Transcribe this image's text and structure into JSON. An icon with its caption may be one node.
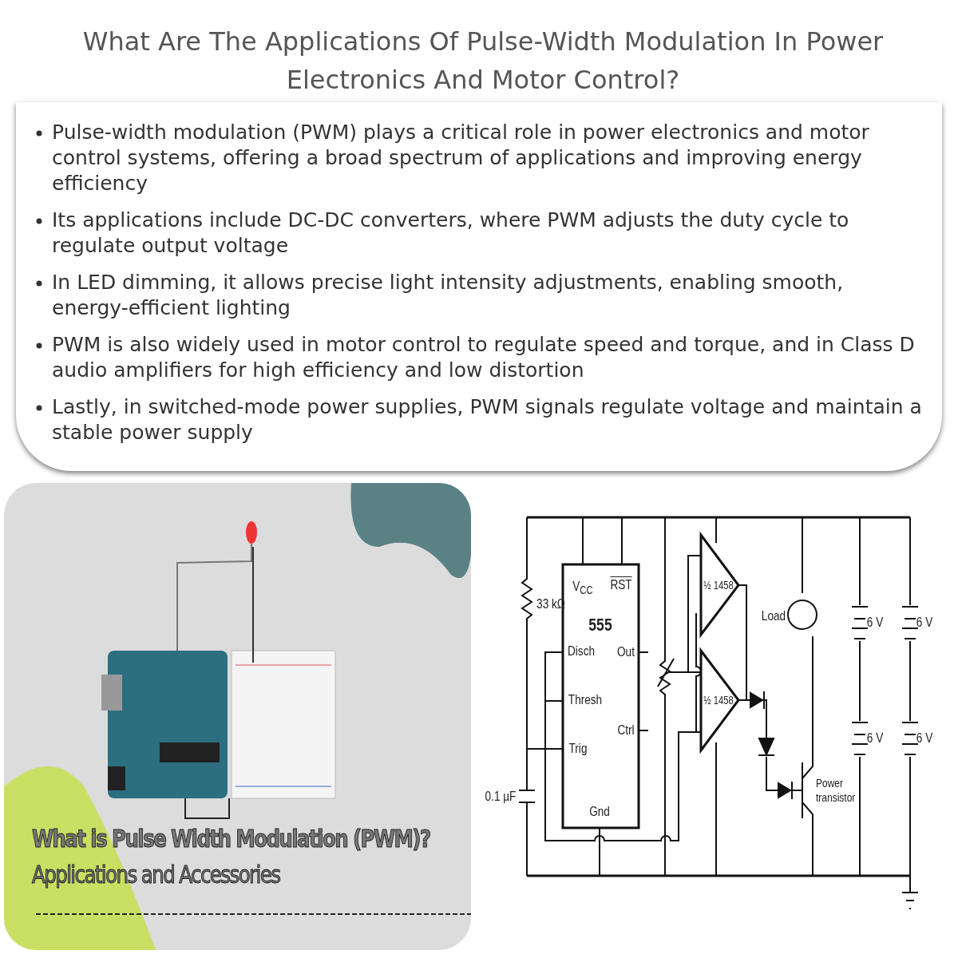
{
  "diagram": {
    "title": "What Are The Applications Of Pulse-Width Modulation In Power Electronics And Motor Control?",
    "labels": [
      "Pulse-width modulation (PWM) plays a critical role in power electronics and motor control systems, offering a broad spectrum of applications and improving energy efficiency",
      "Its applications include DC-DC converters, where PWM adjusts the duty cycle to regulate output voltage",
      "In LED dimming, it allows precise light intensity adjustments, enabling smooth, energy-efficient lighting",
      "PWM is also widely used in motor control to regulate speed and torque, and in Class D audio amplifiers for high efficiency and low distortion",
      "Lastly, in switched-mode power supplies, PWM signals regulate voltage and maintain a stable power supply",
      "What is Pulse Width Modulation (PWM)?",
      "Applications and Accessories",
      "33 kΩ",
      "V$_{CC}$",
      "RST",
      "555",
      "Disch",
      "Out",
      "Thresh",
      "Ctrl",
      "Trig",
      "Gnd",
      "0.1 µF",
      "½ 1458",
      "½ 1458",
      "Load",
      "6 V",
      "6 V",
      "6 V",
      "6 V",
      "Power transistor"
    ]
  }
}
